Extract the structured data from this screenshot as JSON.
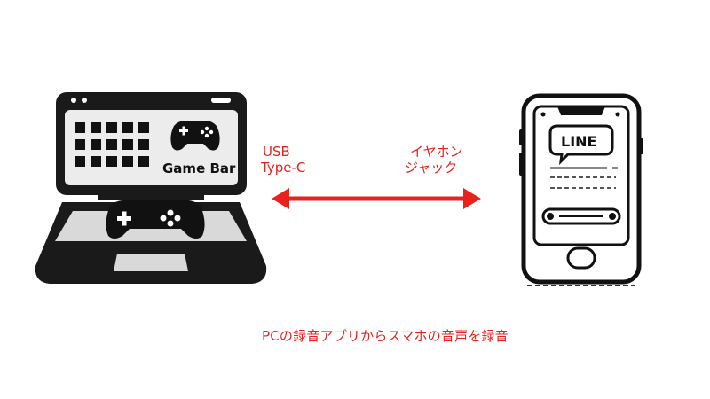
{
  "laptop": {
    "app_name": "Game Bar"
  },
  "connection": {
    "left_label_line1": "USB",
    "left_label_line2": "Type-C",
    "right_label_line1": "イヤホン",
    "right_label_line2": "ジャック"
  },
  "phone": {
    "app_name": "LINE"
  },
  "caption": "PCの録音アプリからスマホの音声を録音",
  "colors": {
    "accent_red": "#e8231e",
    "ink": "#111111"
  },
  "icons": [
    "laptop-icon",
    "game-controller-icon",
    "smartphone-icon",
    "speech-bubble-icon",
    "double-headed-arrow-icon"
  ]
}
